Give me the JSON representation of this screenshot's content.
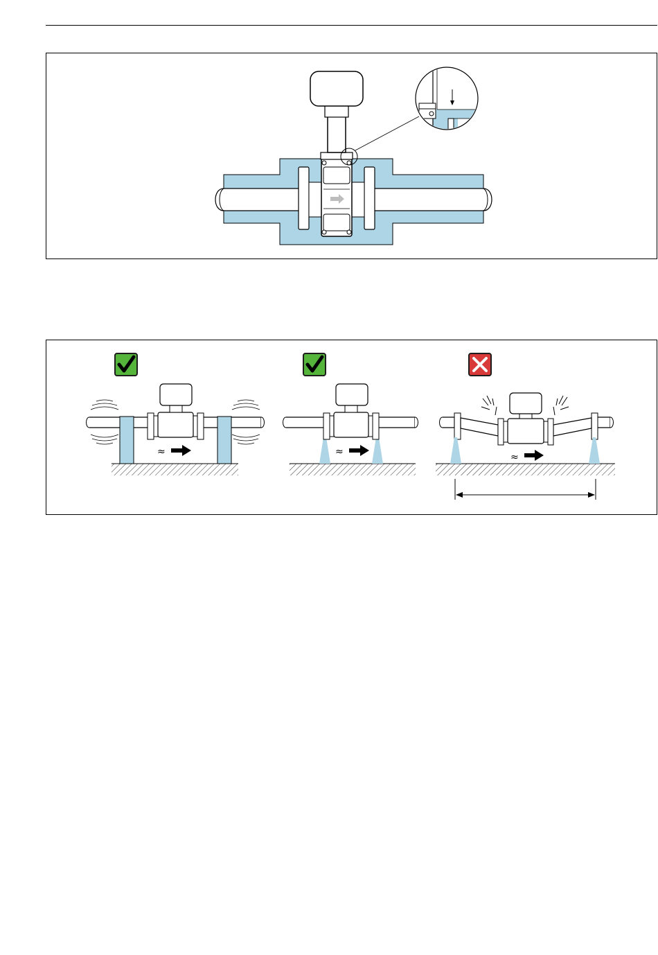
{
  "colors": {
    "line": "#000000",
    "highlight_blue": "#add5e6",
    "ok_green": "#55b43a",
    "not_ok_red": "#d83a3a",
    "hatch": "#333333",
    "arrow_grey": "#bdbdbd"
  },
  "figure1": {
    "icon": "insulated-pipe-meter-detail-illustration"
  },
  "figure2": {
    "panels": [
      {
        "status": "ok",
        "icon": "check-icon",
        "illustration": "pipe-support-posts"
      },
      {
        "status": "ok",
        "icon": "check-icon",
        "illustration": "pipe-support-points"
      },
      {
        "status": "not-ok",
        "icon": "cross-icon",
        "illustration": "unsupported-span"
      }
    ]
  }
}
